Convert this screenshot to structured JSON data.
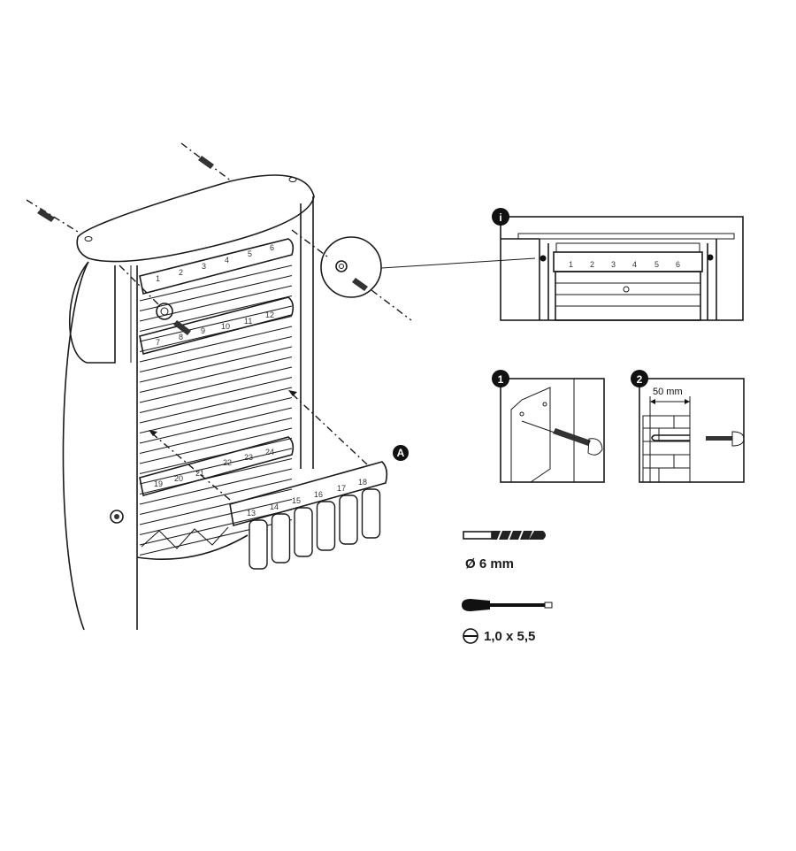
{
  "main_illustration": {
    "callout": "A",
    "rail_top_numbers": [
      "1",
      "2",
      "3",
      "4",
      "5",
      "6"
    ],
    "rail_middle_numbers": [
      "7",
      "8",
      "9",
      "10",
      "11",
      "12"
    ],
    "rail_loose_numbers": [
      "13",
      "14",
      "15",
      "16",
      "17",
      "18"
    ],
    "rail_bottom_numbers": [
      "19",
      "20",
      "21",
      "22",
      "23",
      "24"
    ]
  },
  "info_panel": {
    "badge": "i",
    "numbers": [
      "1",
      "2",
      "3",
      "4",
      "5",
      "6"
    ]
  },
  "step1": {
    "badge": "1"
  },
  "step2": {
    "badge": "2",
    "dimension": "50 mm"
  },
  "tools": {
    "drill_bit_label": "Ø 6 mm",
    "screwdriver_label": "1,0 x 5,5"
  }
}
